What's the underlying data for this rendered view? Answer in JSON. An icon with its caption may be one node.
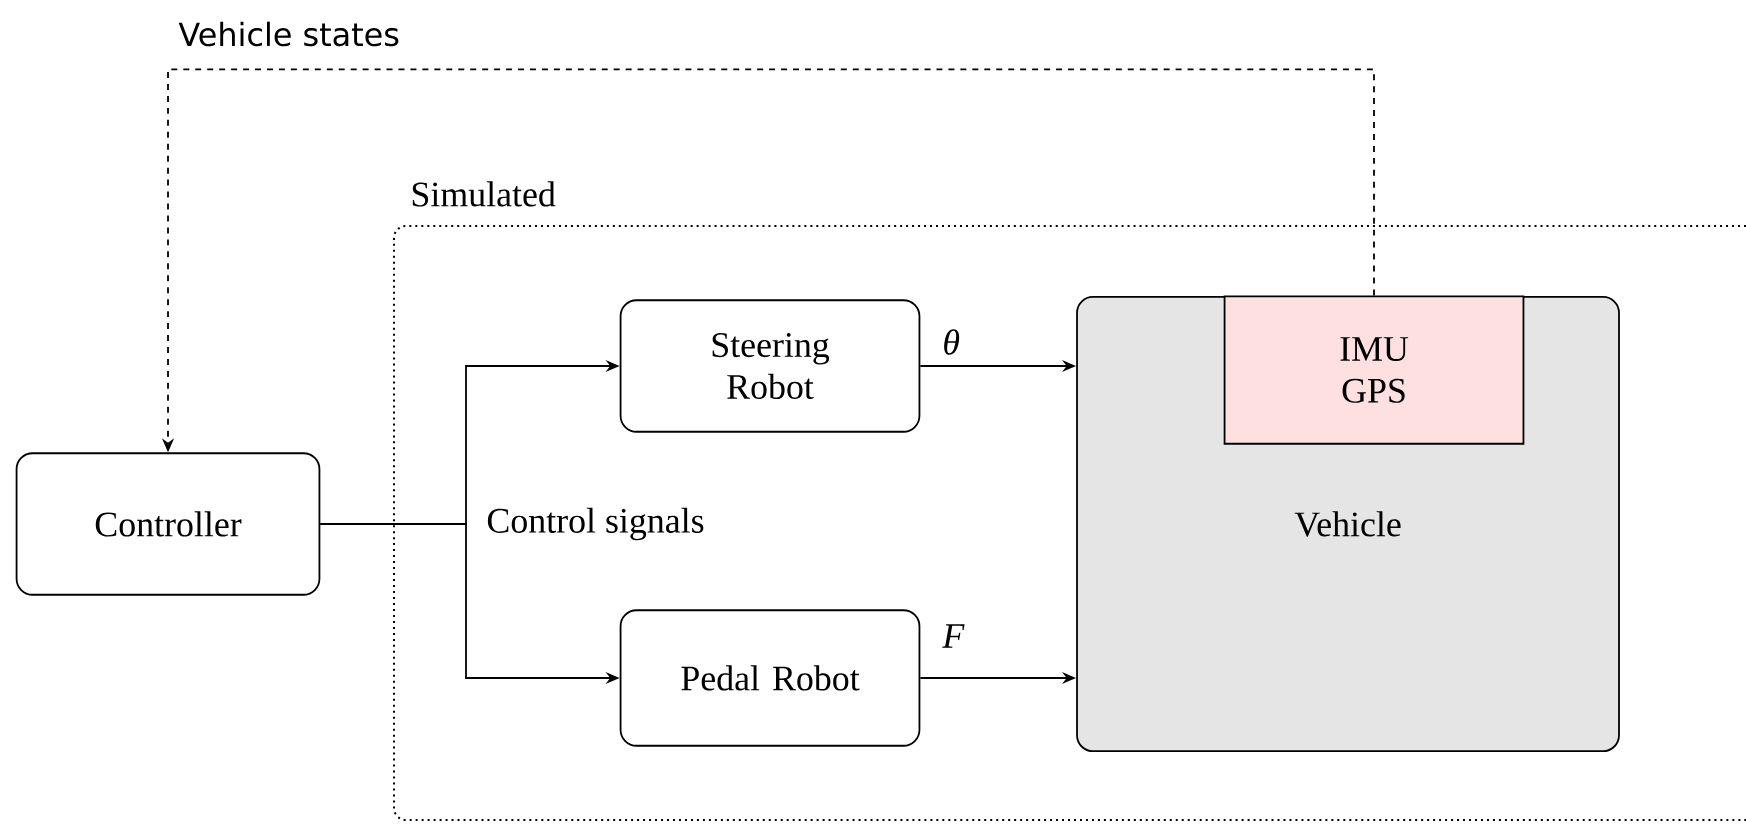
{
  "diagram": {
    "nodes": [
      {
        "text": [
          "Simulated"
        ]
      },
      {
        "text": [
          "Controller"
        ]
      },
      {
        "text": [
          "Steering Robot"
        ],
        "in": 0
      },
      {
        "text": [
          "Pedal Robot"
        ],
        "in": 0
      },
      {
        "text": [
          "Vehicle"
        ],
        "in": 0
      },
      {
        "text": [
          "IMU GPS"
        ],
        "in": 4
      }
    ],
    "edges": [
      {
        "from": 1,
        "to": 2,
        "arrow": "to",
        "label": "Control signals"
      },
      {
        "from": 1,
        "to": 3,
        "arrow": "to"
      },
      {
        "from": 2,
        "to": 4,
        "arrow": "to",
        "label": "θ"
      },
      {
        "from": 3,
        "to": 4,
        "arrow": "to",
        "label": "F"
      },
      {
        "from": 5,
        "to": 1,
        "arrow": "to",
        "style": "dashed",
        "label": "Vehicle states"
      }
    ]
  }
}
